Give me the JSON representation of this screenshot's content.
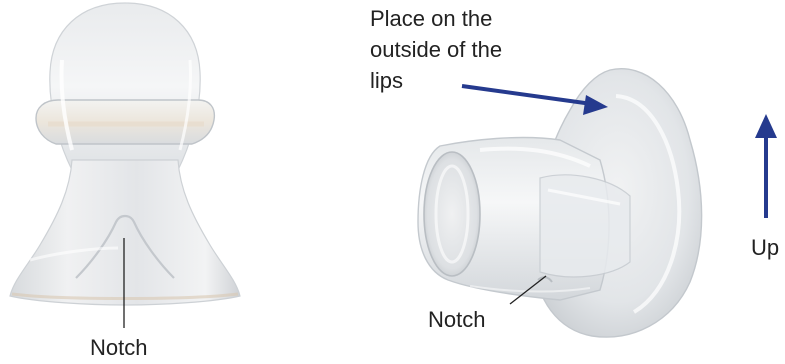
{
  "labels": {
    "place_line1": "Place on the",
    "place_line2": "outside of the",
    "place_line3": "lips",
    "notch_left": "Notch",
    "notch_right": "Notch",
    "up": "Up"
  },
  "colors": {
    "arrow": "#253a8e",
    "leader_line": "#222222",
    "text": "#222222",
    "silicone_base": "#e6e8ea",
    "silicone_shadow": "#c9ccd0",
    "silicone_highlight": "#fbfbfc"
  },
  "icons": {
    "up_arrow": "up-arrow-icon",
    "pointer_arrow": "pointer-arrow-icon"
  }
}
